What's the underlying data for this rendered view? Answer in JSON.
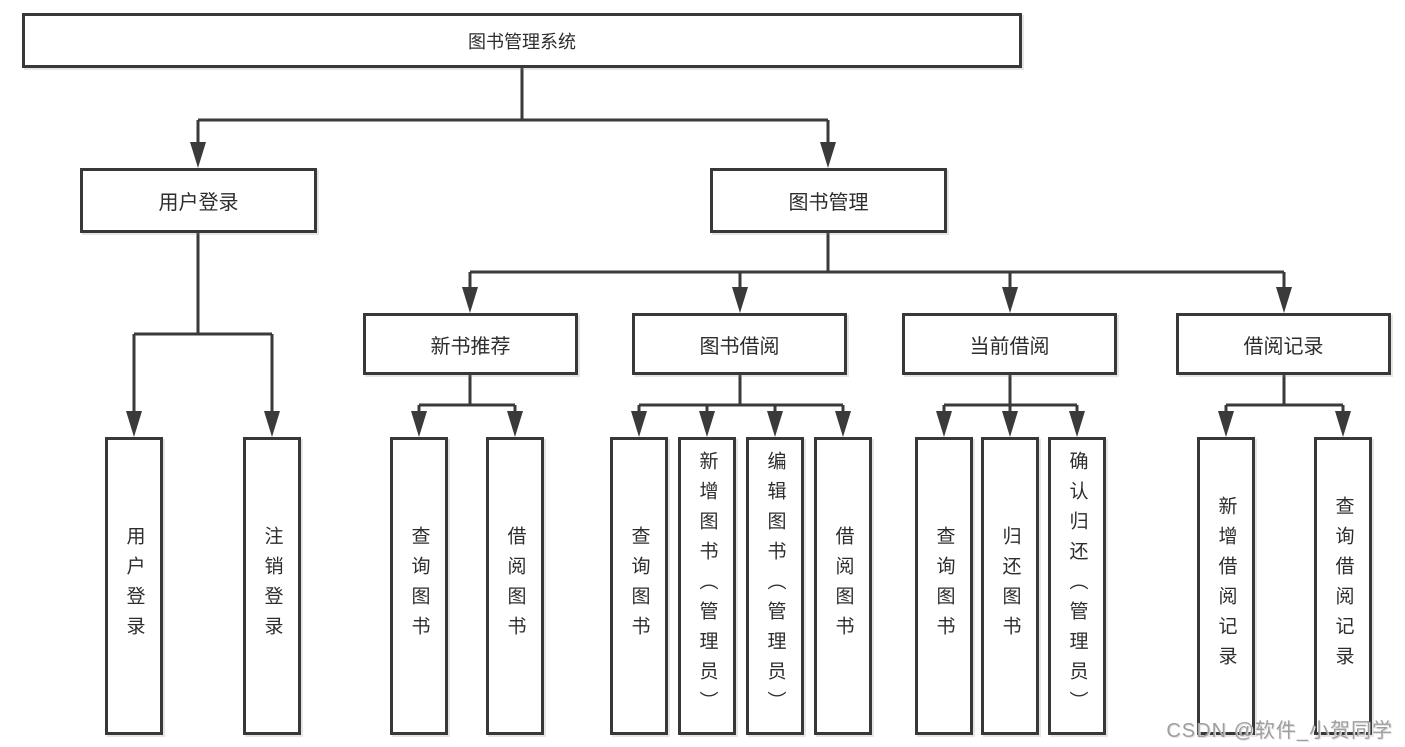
{
  "colors": {
    "background": "#ffffff",
    "box_border": "#383838",
    "connector_line": "#3a3a3a",
    "text": "#2d2d2d",
    "watermark": "#9f9f9f"
  },
  "watermark": {
    "text": "CSDN @软件_小贺同学"
  },
  "tree": {
    "root": {
      "label": "图书管理系统"
    },
    "level1": [
      {
        "id": "user-login",
        "label": "用户登录"
      },
      {
        "id": "book-management",
        "label": "图书管理"
      }
    ],
    "level2": [
      {
        "id": "new-book-recommendation",
        "parent": "图书管理",
        "label": "新书推荐"
      },
      {
        "id": "book-borrowing",
        "parent": "图书管理",
        "label": "图书借阅"
      },
      {
        "id": "current-borrowing",
        "parent": "图书管理",
        "label": "当前借阅"
      },
      {
        "id": "borrowing-records",
        "parent": "图书管理",
        "label": "借阅记录"
      }
    ],
    "leaves": [
      {
        "parent": "用户登录",
        "label": "用户登录"
      },
      {
        "parent": "用户登录",
        "label": "注销登录"
      },
      {
        "parent": "新书推荐",
        "label": "查询图书"
      },
      {
        "parent": "新书推荐",
        "label": "借阅图书"
      },
      {
        "parent": "图书借阅",
        "label": "查询图书"
      },
      {
        "parent": "图书借阅",
        "label": "新增图书（管理员）"
      },
      {
        "parent": "图书借阅",
        "label": "编辑图书（管理员）"
      },
      {
        "parent": "图书借阅",
        "label": "借阅图书"
      },
      {
        "parent": "当前借阅",
        "label": "查询图书"
      },
      {
        "parent": "当前借阅",
        "label": "归还图书"
      },
      {
        "parent": "当前借阅",
        "label": "确认归还（管理员）"
      },
      {
        "parent": "借阅记录",
        "label": "新增借阅记录"
      },
      {
        "parent": "借阅记录",
        "label": "查询借阅记录"
      }
    ]
  }
}
